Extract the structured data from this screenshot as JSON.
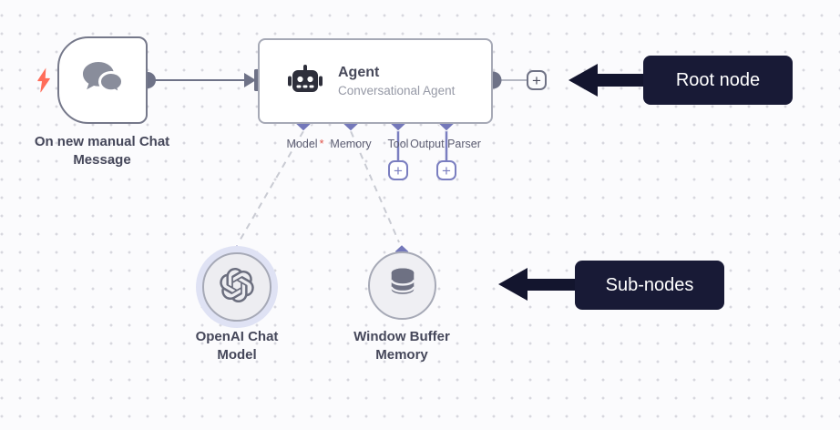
{
  "ui": {
    "plus_label": "+"
  },
  "trigger_node": {
    "label": "On new manual Chat Message"
  },
  "agent_node": {
    "title": "Agent",
    "subtitle": "Conversational Agent",
    "connectors": [
      {
        "label": "Model",
        "required_marker": "*"
      },
      {
        "label": "Memory",
        "required_marker": ""
      },
      {
        "label": "Tool",
        "required_marker": ""
      },
      {
        "label": "Output Parser",
        "required_marker": ""
      }
    ]
  },
  "sub_nodes": [
    {
      "label": "OpenAI Chat Model"
    },
    {
      "label": "Window Buffer Memory"
    }
  ],
  "annotations": {
    "root": {
      "label": "Root node"
    },
    "sub": {
      "label": "Sub-nodes"
    }
  },
  "colors": {
    "canvas_bg": "#fbfbfd",
    "dot_grid": "#d7d7de",
    "wire_gray": "#6e7287",
    "node_border": "#a6a9b6",
    "connector_purple": "#7478ba",
    "annotation_bg": "#181a36",
    "trigger_bolt": "#ff6d5a",
    "required_red": "#e0544a",
    "halo_lavender": "#dfe2f4"
  }
}
